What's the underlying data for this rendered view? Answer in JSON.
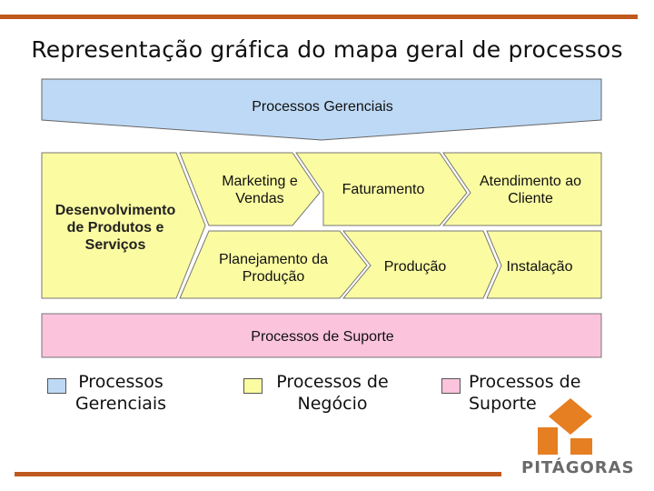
{
  "title": "Representação gráfica do mapa geral de processos",
  "managerial_band": {
    "label": "Processos Gerenciais",
    "color": "#bdd9f5"
  },
  "business_band": {
    "color": "#fbfba2",
    "left_label": "Desenvolvimento de Produtos e Serviços",
    "top_row": [
      "Marketing e Vendas",
      "Faturamento",
      "Atendimento ao Cliente"
    ],
    "bottom_row": [
      "Planejamento da Produção",
      "Produção",
      "Instalação"
    ]
  },
  "support_band": {
    "label": "Processos de Suporte",
    "color": "#fbc3dc"
  },
  "legend": [
    {
      "label": "Processos Gerenciais",
      "color": "#bdd9f5"
    },
    {
      "label": "Processos de Negócio",
      "color": "#fbfba2"
    },
    {
      "label": "Processos de Suporte",
      "color": "#fbc3dc"
    }
  ],
  "logo": {
    "text": "PITÁGORAS",
    "color": "#e67e22"
  }
}
